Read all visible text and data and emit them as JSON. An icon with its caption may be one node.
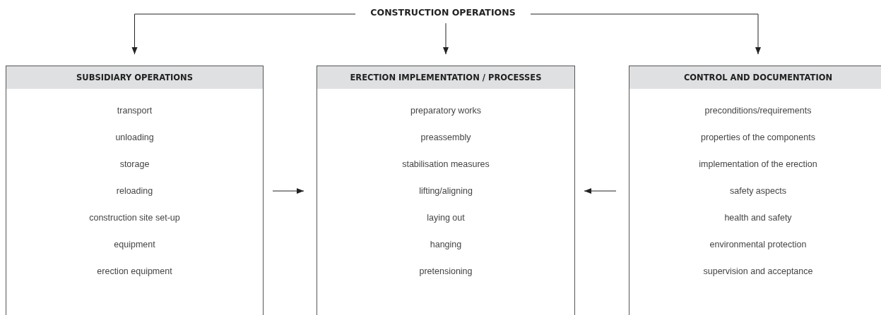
{
  "diagram": {
    "nodes": [
      {
        "text": [
          "CONSTRUCTION OPERATIONS"
        ]
      },
      {
        "text": [
          "SUBSIDIARY OPERATIONS",
          "transport",
          "unloading",
          "storage",
          "reloading",
          "construction site set-up",
          "equipment",
          "erection equipment"
        ]
      },
      {
        "text": [
          "ERECTION IMPLEMENTATION / PROCESSES",
          "preparatory works",
          "preassembly",
          "stabilisation measures",
          "lifting/aligning",
          "laying out",
          "hanging",
          "pretensioning"
        ]
      },
      {
        "text": [
          "CONTROL AND DOCUMENTATION",
          "preconditions/requirements",
          "properties of the components",
          "implementation of the erection",
          "safety aspects",
          "health and safety",
          "environmental protection",
          "supervision and acceptance"
        ]
      }
    ],
    "edges": [
      {
        "from": 0,
        "to": 1,
        "arrow": "to"
      },
      {
        "from": 0,
        "to": 2,
        "arrow": "to"
      },
      {
        "from": 0,
        "to": 3,
        "arrow": "to"
      },
      {
        "from": 1,
        "to": 2,
        "arrow": "to"
      },
      {
        "from": 3,
        "to": 2,
        "arrow": "to"
      }
    ]
  }
}
